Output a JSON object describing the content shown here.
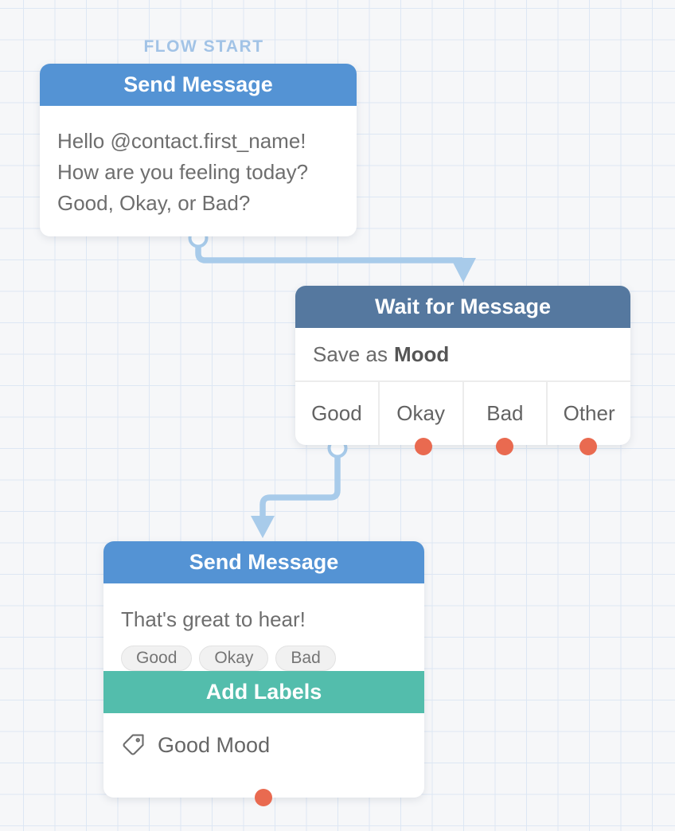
{
  "flow": {
    "start_label": "FLOW START"
  },
  "node_send_message_1": {
    "title": "Send Message",
    "message_lines": [
      "Hello @contact.first_name!",
      "How are you feeling today?",
      "Good, Okay, or Bad?"
    ]
  },
  "node_wait_for_message": {
    "title": "Wait for Message",
    "save_as_prefix": "Save as",
    "save_as_value": "Mood",
    "branches": [
      "Good",
      "Okay",
      "Bad",
      "Other"
    ]
  },
  "node_send_message_2": {
    "title": "Send Message",
    "message": "That's great to hear!",
    "quick_replies": [
      "Good",
      "Okay",
      "Bad"
    ],
    "add_labels_title": "Add Labels",
    "labels": [
      "Good Mood"
    ]
  },
  "icons": {
    "tag": "tag-icon",
    "arrow": "arrow-down",
    "port_connected": "white-circle-port",
    "port_unconnected": "red-dot-port"
  },
  "colors": {
    "header_blue": "#5493D4",
    "header_slate": "#55789F",
    "header_green": "#53BDAC",
    "connector_blue": "#A8CBEA",
    "port_red": "#E96A50",
    "flow_start_text": "#A2C3E6",
    "canvas_bg": "#F6F7F9",
    "grid_line": "#DDE7F4",
    "body_text": "#6E6E6E"
  }
}
